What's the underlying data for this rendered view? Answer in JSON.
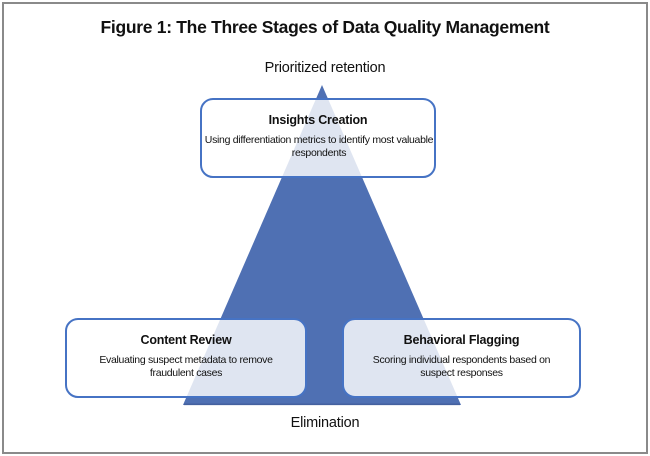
{
  "figure": {
    "title": "Figure 1: The Three Stages of Data Quality Management",
    "top_label": "Prioritized retention",
    "bottom_label": "Elimination",
    "stages": [
      {
        "title": "Insights Creation",
        "description": "Using differentiation metrics to identify most valuable respondents"
      },
      {
        "title": "Content Review",
        "description": "Evaluating suspect metadata to remove fraudulent cases"
      },
      {
        "title": "Behavioral Flagging",
        "description": "Scoring individual respondents based on suspect responses"
      }
    ],
    "colors": {
      "triangle_fill": "#4f70b3",
      "triangle_base_edge": "#44619f",
      "box_border": "#4673c4",
      "box_fill": "rgba(255,255,255,0.82)",
      "frame_border": "#8a8a8a",
      "text": "#1a1a1a"
    }
  }
}
